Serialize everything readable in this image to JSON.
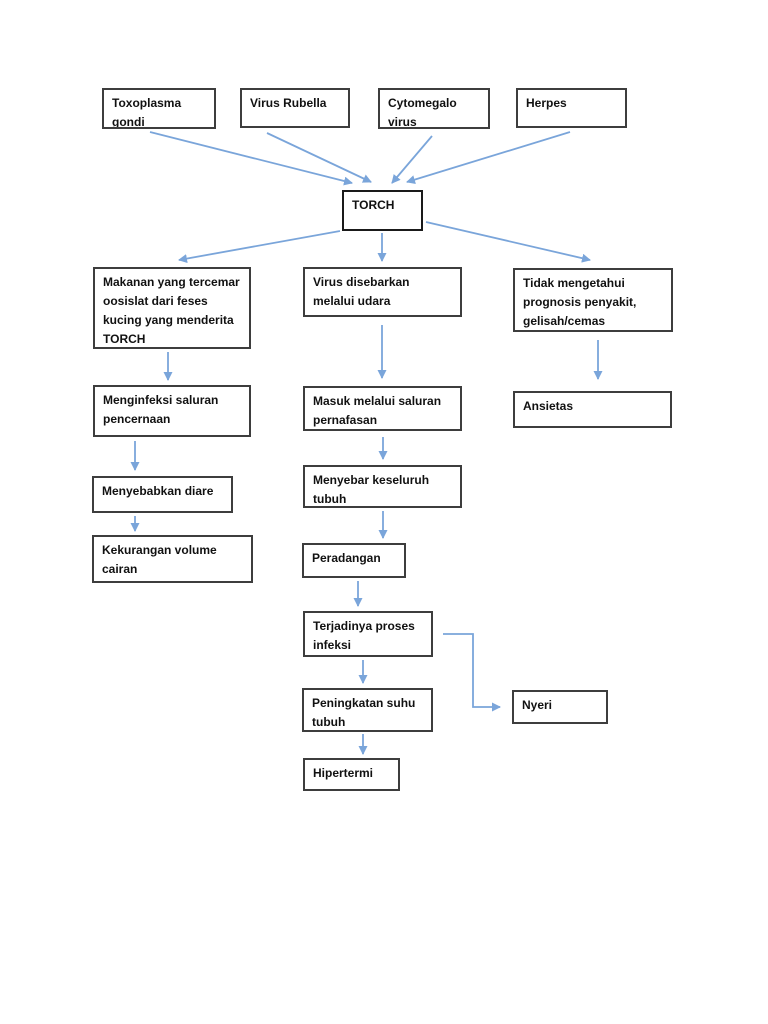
{
  "colors": {
    "arrow_blue": "#7aa5da",
    "box_border": "#3d3d3d",
    "torch_box_border": "#1a1a1a",
    "page_background": "#ffffff",
    "text": "#111111"
  },
  "nodes": {
    "toxoplasma": {
      "label": "Toxoplasma gondi"
    },
    "virus_rubella": {
      "label": "Virus Rubella"
    },
    "cytomegalo": {
      "label": "Cytomegalo virus"
    },
    "herpes": {
      "label": "Herpes"
    },
    "torch": {
      "label": "TORCH"
    },
    "makanan": {
      "label": "Makanan yang tercemar oosislat dari feses kucing yang menderita TORCH"
    },
    "menginfeksi": {
      "label": "Menginfeksi saluran pencernaan"
    },
    "menyebabkan": {
      "label": "Menyebabkan diare"
    },
    "kekurangan": {
      "label": "Kekurangan volume cairan"
    },
    "virus_disebarkan": {
      "label": "Virus disebarkan melalui udara"
    },
    "masuk": {
      "label": "Masuk melalui saluran pernafasan"
    },
    "menyebar": {
      "label": "Menyebar keseluruh tubuh"
    },
    "peradangan": {
      "label": "Peradangan"
    },
    "terjadinya": {
      "label": "Terjadinya proses infeksi"
    },
    "peningkatan": {
      "label": "Peningkatan suhu tubuh"
    },
    "hipertermi": {
      "label": "Hipertermi"
    },
    "tidak_mengetahui": {
      "label": "Tidak mengetahui prognosis penyakit, gelisah/cemas"
    },
    "ansietas": {
      "label": "Ansietas"
    },
    "nyeri": {
      "label": "Nyeri"
    }
  },
  "edges": [
    {
      "from": "toxoplasma",
      "to": "torch"
    },
    {
      "from": "virus_rubella",
      "to": "torch"
    },
    {
      "from": "cytomegalo",
      "to": "torch"
    },
    {
      "from": "herpes",
      "to": "torch"
    },
    {
      "from": "torch",
      "to": "makanan"
    },
    {
      "from": "torch",
      "to": "virus_disebarkan"
    },
    {
      "from": "torch",
      "to": "tidak_mengetahui"
    },
    {
      "from": "makanan",
      "to": "menginfeksi"
    },
    {
      "from": "menginfeksi",
      "to": "menyebabkan"
    },
    {
      "from": "menyebabkan",
      "to": "kekurangan"
    },
    {
      "from": "virus_disebarkan",
      "to": "masuk"
    },
    {
      "from": "masuk",
      "to": "menyebar"
    },
    {
      "from": "menyebar",
      "to": "peradangan"
    },
    {
      "from": "peradangan",
      "to": "terjadinya"
    },
    {
      "from": "terjadinya",
      "to": "peningkatan"
    },
    {
      "from": "terjadinya",
      "to": "nyeri"
    },
    {
      "from": "peningkatan",
      "to": "hipertermi"
    },
    {
      "from": "tidak_mengetahui",
      "to": "ansietas"
    }
  ]
}
